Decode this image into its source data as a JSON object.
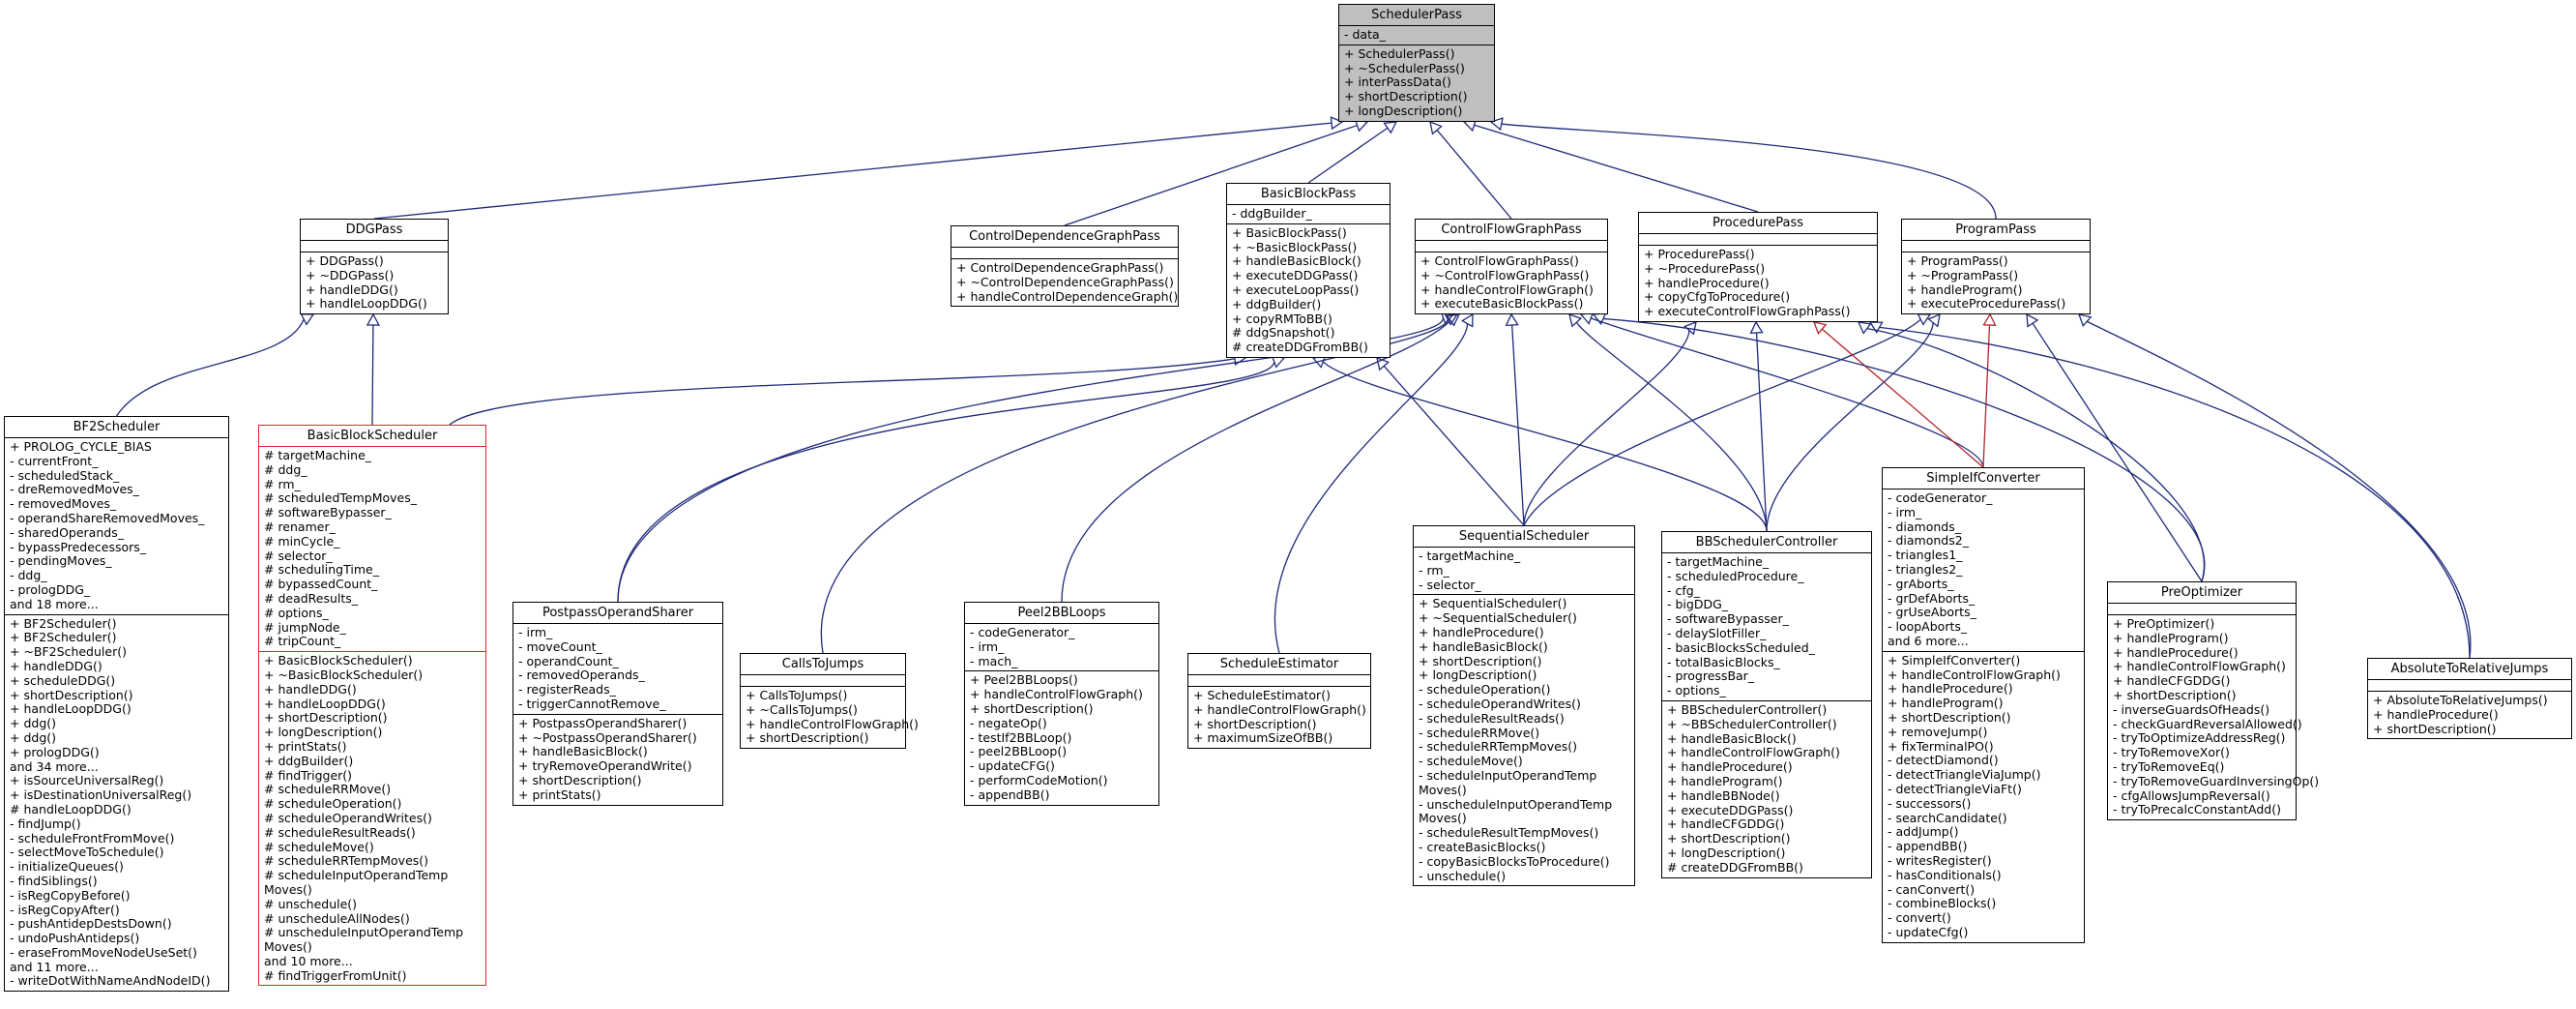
{
  "nodes": {
    "SchedulerPass": {
      "title": "SchedulerPass",
      "attrs": [
        "- data_"
      ],
      "methods": [
        "+ SchedulerPass()",
        "+ ~SchedulerPass()",
        "+ interPassData()",
        "+ shortDescription()",
        "+ longDescription()"
      ]
    },
    "DDGPass": {
      "title": "DDGPass",
      "attrs": [],
      "methods": [
        "+ DDGPass()",
        "+ ~DDGPass()",
        "+ handleDDG()",
        "+ handleLoopDDG()"
      ]
    },
    "ControlDependenceGraphPass": {
      "title": "ControlDependenceGraphPass",
      "attrs": [],
      "methods": [
        "+ ControlDependenceGraphPass()",
        "+ ~ControlDependenceGraphPass()",
        "+ handleControlDependenceGraph()"
      ]
    },
    "BasicBlockPass": {
      "title": "BasicBlockPass",
      "attrs": [
        "- ddgBuilder_"
      ],
      "methods": [
        "+ BasicBlockPass()",
        "+ ~BasicBlockPass()",
        "+ handleBasicBlock()",
        "+ executeDDGPass()",
        "+ executeLoopPass()",
        "+ ddgBuilder()",
        "+ copyRMToBB()",
        "# ddgSnapshot()",
        "# createDDGFromBB()"
      ]
    },
    "ControlFlowGraphPass": {
      "title": "ControlFlowGraphPass",
      "attrs": [],
      "methods": [
        "+ ControlFlowGraphPass()",
        "+ ~ControlFlowGraphPass()",
        "+ handleControlFlowGraph()",
        "+ executeBasicBlockPass()"
      ]
    },
    "ProcedurePass": {
      "title": "ProcedurePass",
      "attrs": [],
      "methods": [
        "+ ProcedurePass()",
        "+ ~ProcedurePass()",
        "+ handleProcedure()",
        "+ copyCfgToProcedure()",
        "+ executeControlFlowGraphPass()"
      ]
    },
    "ProgramPass": {
      "title": "ProgramPass",
      "attrs": [],
      "methods": [
        "+ ProgramPass()",
        "+ ~ProgramPass()",
        "+ handleProgram()",
        "+ executeProcedurePass()"
      ]
    },
    "BF2Scheduler": {
      "title": "BF2Scheduler",
      "attrs": [
        "+ PROLOG_CYCLE_BIAS",
        "- currentFront_",
        "- scheduledStack_",
        "- dreRemovedMoves_",
        "- removedMoves_",
        "- operandShareRemovedMoves_",
        "- sharedOperands_",
        "- bypassPredecessors_",
        "- pendingMoves_",
        "- ddg_",
        "- prologDDG_",
        "and 18 more..."
      ],
      "methods": [
        "+ BF2Scheduler()",
        "+ BF2Scheduler()",
        "+ ~BF2Scheduler()",
        "+ handleDDG()",
        "+ scheduleDDG()",
        "+ shortDescription()",
        "+ handleLoopDDG()",
        "+ ddg()",
        "+ ddg()",
        "+ prologDDG()",
        "and 34 more...",
        "+ isSourceUniversalReg()",
        "+ isDestinationUniversalReg()",
        "# handleLoopDDG()",
        "- findJump()",
        "- scheduleFrontFromMove()",
        "- selectMoveToSchedule()",
        "- initializeQueues()",
        "- findSiblings()",
        "- isRegCopyBefore()",
        "- isRegCopyAfter()",
        "- pushAntidepDestsDown()",
        "- undoPushAntideps()",
        "- eraseFromMoveNodeUseSet()",
        "and 11 more...",
        "- writeDotWithNameAndNodeID()"
      ]
    },
    "BasicBlockScheduler": {
      "title": "BasicBlockScheduler",
      "attrs": [
        "# targetMachine_",
        "# ddg_",
        "# rm_",
        "# scheduledTempMoves_",
        "# softwareBypasser_",
        "# renamer_",
        "# minCycle_",
        "# selector_",
        "# schedulingTime_",
        "# bypassedCount_",
        "# deadResults_",
        "# options_",
        "# jumpNode_",
        "# tripCount_"
      ],
      "methods": [
        "+ BasicBlockScheduler()",
        "+ ~BasicBlockScheduler()",
        "+ handleDDG()",
        "+ handleLoopDDG()",
        "+ shortDescription()",
        "+ longDescription()",
        "+ printStats()",
        "+ ddgBuilder()",
        "# findTrigger()",
        "# scheduleRRMove()",
        "# scheduleOperation()",
        "# scheduleOperandWrites()",
        "# scheduleResultReads()",
        "# scheduleMove()",
        "# scheduleRRTempMoves()",
        "# scheduleInputOperandTemp",
        "Moves()",
        "# unschedule()",
        "# unscheduleAllNodes()",
        "# unscheduleInputOperandTemp",
        "Moves()",
        "and 10 more...",
        "# findTriggerFromUnit()"
      ]
    },
    "PostpassOperandSharer": {
      "title": "PostpassOperandSharer",
      "attrs": [
        "- irm_",
        "- moveCount_",
        "- operandCount_",
        "- removedOperands_",
        "- registerReads_",
        "- triggerCannotRemove_"
      ],
      "methods": [
        "+ PostpassOperandSharer()",
        "+ ~PostpassOperandSharer()",
        "+ handleBasicBlock()",
        "+ tryRemoveOperandWrite()",
        "+ shortDescription()",
        "+ printStats()"
      ]
    },
    "CallsToJumps": {
      "title": "CallsToJumps",
      "attrs": [],
      "methods": [
        "+ CallsToJumps()",
        "+ ~CallsToJumps()",
        "+ handleControlFlowGraph()",
        "+ shortDescription()"
      ]
    },
    "Peel2BBLoops": {
      "title": "Peel2BBLoops",
      "attrs": [
        "- codeGenerator_",
        "- irm_",
        "- mach_"
      ],
      "methods": [
        "+ Peel2BBLoops()",
        "+ handleControlFlowGraph()",
        "+ shortDescription()",
        "- negateOp()",
        "- testIf2BBLoop()",
        "- peel2BBLoop()",
        "- updateCFG()",
        "- performCodeMotion()",
        "- appendBB()"
      ]
    },
    "ScheduleEstimator": {
      "title": "ScheduleEstimator",
      "attrs": [],
      "methods": [
        "+ ScheduleEstimator()",
        "+ handleControlFlowGraph()",
        "+ shortDescription()",
        "+ maximumSizeOfBB()"
      ]
    },
    "SequentialScheduler": {
      "title": "SequentialScheduler",
      "attrs": [
        "- targetMachine_",
        "- rm_",
        "- selector_"
      ],
      "methods": [
        "+ SequentialScheduler()",
        "+ ~SequentialScheduler()",
        "+ handleProcedure()",
        "+ handleBasicBlock()",
        "+ shortDescription()",
        "+ longDescription()",
        "- scheduleOperation()",
        "- scheduleOperandWrites()",
        "- scheduleResultReads()",
        "- scheduleRRMove()",
        "- scheduleRRTempMoves()",
        "- scheduleMove()",
        "- scheduleInputOperandTemp",
        "Moves()",
        "- unscheduleInputOperandTemp",
        "Moves()",
        "- scheduleResultTempMoves()",
        "- createBasicBlocks()",
        "- copyBasicBlocksToProcedure()",
        "- unschedule()"
      ]
    },
    "BBSchedulerController": {
      "title": "BBSchedulerController",
      "attrs": [
        "- targetMachine_",
        "- scheduledProcedure_",
        "- cfg_",
        "- bigDDG_",
        "- softwareBypasser_",
        "- delaySlotFiller_",
        "- basicBlocksScheduled_",
        "- totalBasicBlocks_",
        "- progressBar_",
        "- options_"
      ],
      "methods": [
        "+ BBSchedulerController()",
        "+ ~BBSchedulerController()",
        "+ handleBasicBlock()",
        "+ handleControlFlowGraph()",
        "+ handleProcedure()",
        "+ handleProgram()",
        "+ handleBBNode()",
        "+ executeDDGPass()",
        "+ handleCFGDDG()",
        "+ shortDescription()",
        "+ longDescription()",
        "# createDDGFromBB()"
      ]
    },
    "SimpleIfConverter": {
      "title": "SimpleIfConverter",
      "attrs": [
        "- codeGenerator_",
        "- irm_",
        "- diamonds_",
        "- diamonds2_",
        "- triangles1_",
        "- triangles2_",
        "- grAborts_",
        "- grDefAborts_",
        "- grUseAborts_",
        "- loopAborts_",
        "and 6 more..."
      ],
      "methods": [
        "+ SimpleIfConverter()",
        "+ handleControlFlowGraph()",
        "+ handleProcedure()",
        "+ handleProgram()",
        "+ shortDescription()",
        "+ removeJump()",
        "+ fixTerminalPO()",
        "- detectDiamond()",
        "- detectTriangleViaJump()",
        "- detectTriangleViaFt()",
        "- successors()",
        "- searchCandidate()",
        "- addJump()",
        "- appendBB()",
        "- writesRegister()",
        "- hasConditionals()",
        "- canConvert()",
        "- combineBlocks()",
        "- convert()",
        "- updateCfg()"
      ]
    },
    "PreOptimizer": {
      "title": "PreOptimizer",
      "attrs": [],
      "methods": [
        "+ PreOptimizer()",
        "+ handleProgram()",
        "+ handleProcedure()",
        "+ handleControlFlowGraph()",
        "+ handleCFGDDG()",
        "+ shortDescription()",
        "- inverseGuardsOfHeads()",
        "- checkGuardReversalAllowed()",
        "- tryToOptimizeAddressReg()",
        "- tryToRemoveXor()",
        "- tryToRemoveEq()",
        "- tryToRemoveGuardInversingOp()",
        "- cfgAllowsJumpReversal()",
        "- tryToPrecalcConstantAdd()"
      ]
    },
    "AbsoluteToRelativeJumps": {
      "title": "AbsoluteToRelativeJumps",
      "attrs": [],
      "methods": [
        "+ AbsoluteToRelativeJumps()",
        "+ handleProcedure()",
        "+ shortDescription()"
      ]
    }
  }
}
